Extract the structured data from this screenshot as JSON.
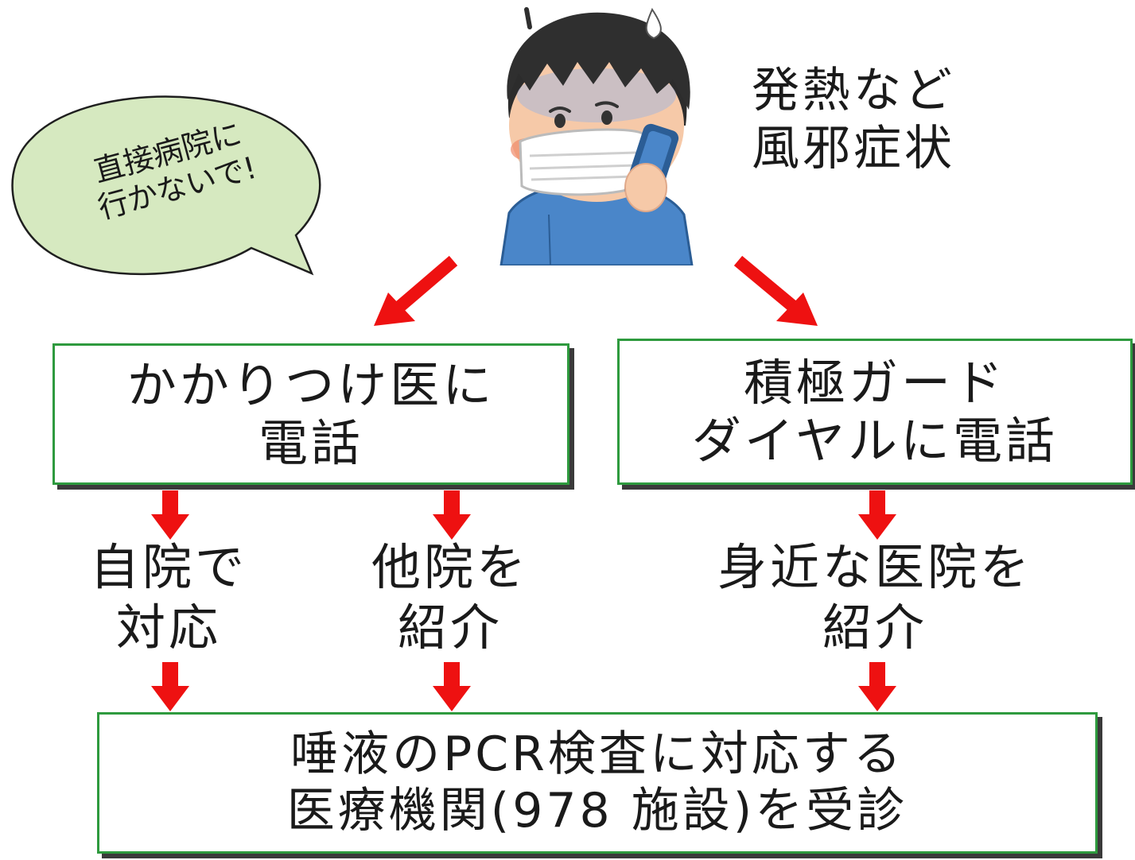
{
  "symptom": {
    "line1": "発熱など",
    "line2": "風邪症状"
  },
  "bubble": {
    "line1": "直接病院に",
    "line2": "行かないで!"
  },
  "box_left": {
    "line1": "かかりつけ医に",
    "line2": "電話"
  },
  "box_right": {
    "line1": "積極ガード",
    "line2": "ダイヤルに電話"
  },
  "outcome_self": {
    "line1": "自院で",
    "line2": "対応"
  },
  "outcome_other": {
    "line1": "他院を",
    "line2": "紹介"
  },
  "outcome_nearby": {
    "line1": "身近な医院を",
    "line2": "紹介"
  },
  "box_bottom": {
    "line1": "唾液のPCR検査に対応する",
    "line2": "医療機関(978 施設)を受診"
  },
  "colors": {
    "arrow": "#ee1111",
    "box_border": "#2e9a3e",
    "bubble_fill": "#d6e9c0",
    "bubble_stroke": "#1f1f1f"
  }
}
